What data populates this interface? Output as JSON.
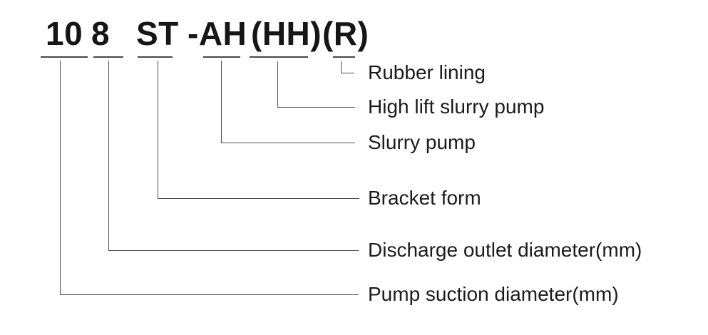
{
  "model_code": {
    "full": "10 8 ST -AH(HH) (R)",
    "segments": [
      {
        "code": "10"
      },
      {
        "code": "8"
      },
      {
        "code": "ST"
      },
      {
        "code": "-AH"
      },
      {
        "code": "(HH)"
      },
      {
        "code": "(R)"
      }
    ]
  },
  "legend": {
    "items": [
      {
        "label": "Rubber lining"
      },
      {
        "label": "High lift slurry pump"
      },
      {
        "label": "Slurry pump"
      },
      {
        "label": "Bracket form"
      },
      {
        "label": "Discharge outlet diameter(mm)"
      },
      {
        "label": "Pump suction diameter(mm)"
      }
    ]
  },
  "colors": {
    "background": "#ffffff",
    "text": "#1b1b1b",
    "title_text": "#161616",
    "line": "#4d5055"
  }
}
